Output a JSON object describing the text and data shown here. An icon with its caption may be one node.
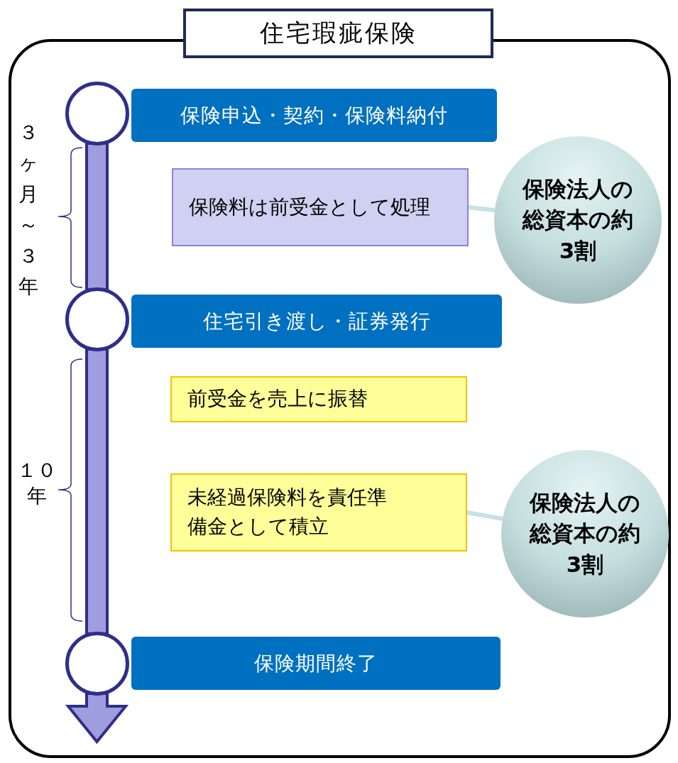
{
  "diagram": {
    "nodes": [
      {
        "text": [
          "住宅瑕疵保険"
        ]
      },
      {
        "text": [],
        "shape": "circle",
        "in": 0
      },
      {
        "text": [
          "保険申込・契約・保険料納付"
        ],
        "in": 0
      },
      {
        "text": [
          "保険料は前受金として処理"
        ],
        "in": 0
      },
      {
        "text": [
          "保険法人の総資本の約3割"
        ],
        "in": 0
      },
      {
        "text": [],
        "shape": "circle",
        "in": 0
      },
      {
        "text": [
          "住宅引き渡し・証券発行"
        ],
        "in": 0
      },
      {
        "text": [
          "前受金を売上に振替"
        ],
        "in": 0
      },
      {
        "text": [
          "未経過保険料を責任準備金として積立"
        ],
        "in": 0
      },
      {
        "text": [
          "保険法人の総資本の約3割"
        ],
        "in": 0
      },
      {
        "text": [],
        "shape": "circle",
        "in": 0
      },
      {
        "text": [
          "保険期間終了"
        ],
        "in": 0
      }
    ],
    "edges": [
      {
        "from": 1,
        "to": 5,
        "arrow": "none"
      },
      {
        "from": 5,
        "to": 10,
        "arrow": "none"
      },
      {
        "from": 10,
        "to": null,
        "arrow": "to"
      },
      {
        "from": 3,
        "to": 4,
        "arrow": "none"
      },
      {
        "from": 8,
        "to": 9,
        "arrow": "none"
      }
    ],
    "labels": [
      "３ヶ月～３年",
      "１０年"
    ]
  }
}
